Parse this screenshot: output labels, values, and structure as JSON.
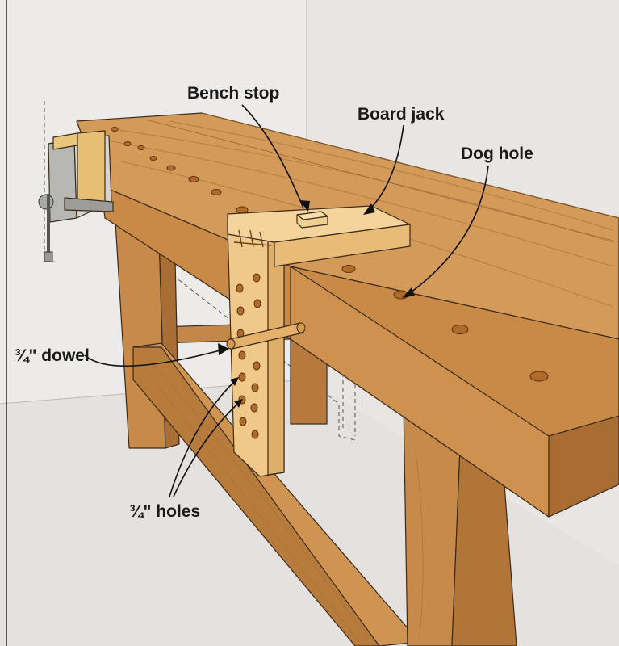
{
  "labels": {
    "bench_stop": "Bench stop",
    "board_jack": "Board jack",
    "dog_hole": "Dog hole",
    "dowel": "¾\" dowel",
    "holes": "¾\" holes"
  },
  "colors": {
    "background": "#e9e6e4",
    "wood_top": "#d49a5a",
    "wood_front": "#c98a48",
    "wood_leg": "#c78a4a",
    "jack_wood": "#f0c98a",
    "vise_metal": "#b7b7b4",
    "hole": "#b06a2a"
  }
}
